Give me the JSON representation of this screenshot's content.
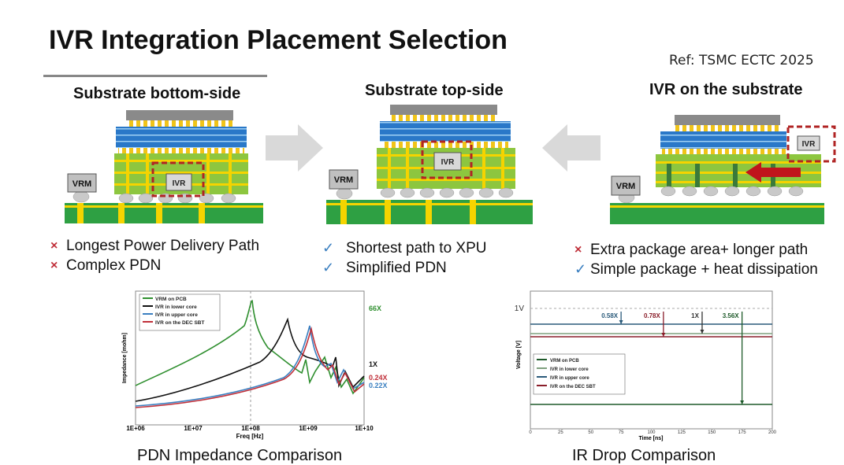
{
  "slide": {
    "title": "IVR Integration Placement Selection",
    "ref": "Ref: TSMC ECTC 2025"
  },
  "columns": [
    {
      "heading": "Substrate bottom-side",
      "bullets": [
        {
          "mark": "×",
          "text": "Longest Power Delivery Path"
        },
        {
          "mark": "×",
          "text": "Complex PDN"
        }
      ]
    },
    {
      "heading": "Substrate top-side",
      "bullets": [
        {
          "mark": "✓",
          "text": "Shortest path to XPU"
        },
        {
          "mark": "✓",
          "text": "Simplified PDN"
        }
      ]
    },
    {
      "heading": "IVR on the substrate",
      "bullets": [
        {
          "mark": "×",
          "text": "Extra package area+ longer path"
        },
        {
          "mark": "✓",
          "text": "Simple package + heat dissipation"
        }
      ]
    }
  ],
  "diagram_labels": {
    "vrm": "VRM",
    "ivr": "IVR"
  },
  "colors": {
    "substrate_green": "#8dc63f",
    "pcb_green": "#2ea043",
    "hbm_blue": "#2a78c8",
    "die_gray": "#8a8a8a",
    "copper": "#f5d400",
    "dashed_red": "#b02424",
    "arrow_gray": "#d9d9d9",
    "arrow_red": "#c0141c"
  },
  "captions": {
    "left": "PDN Impedance Comparison",
    "right": "IR Drop Comparison"
  },
  "chart_data": [
    {
      "type": "line",
      "title": "PDN Impedance Comparison",
      "xlabel": "Freq [Hz]",
      "ylabel": "Impedance [mohm]",
      "x_scale": "log",
      "xlim": [
        1000000,
        10000000000
      ],
      "x_ticks": [
        "1E+06",
        "1E+07",
        "1E+08",
        "1E+09",
        "1E+10"
      ],
      "legend": [
        "VRM on PCB",
        "IVR in lower core",
        "IVR in upper core",
        "IVR on the DEC SBT"
      ],
      "series_colors": [
        "#2f8f2f",
        "#111111",
        "#3a7fc0",
        "#c0303a"
      ],
      "annotations": [
        {
          "text": "66X",
          "color": "#2f8f2f"
        },
        {
          "text": "1X",
          "color": "#111111"
        },
        {
          "text": "0.24X",
          "color": "#c0303a"
        },
        {
          "text": "0.22X",
          "color": "#3a7fc0"
        }
      ],
      "resonance_hz": 100000000
    },
    {
      "type": "line",
      "title": "IR Drop Comparison",
      "xlabel": "Time [ns]",
      "ylabel": "Voltage [V]",
      "xlim": [
        0,
        200
      ],
      "x_ticks": [
        0,
        25,
        50,
        75,
        100,
        125,
        150,
        175,
        200
      ],
      "y_tick_label": "1V",
      "legend": [
        "VRM on PCB",
        "IVR in lower core",
        "IVR in upper core",
        "IVR on the DEC SBT"
      ],
      "series_colors": [
        "#1e5a2a",
        "#7fa07f",
        "#2a5a7a",
        "#8a1e2a"
      ],
      "annotations": [
        {
          "text": "0.58X",
          "color": "#2a5a7a",
          "time": 75
        },
        {
          "text": "0.78X",
          "color": "#8a1e2a",
          "time": 110
        },
        {
          "text": "1X",
          "color": "#333333",
          "time": 142
        },
        {
          "text": "3.56X",
          "color": "#1e5a2a",
          "time": 175
        }
      ]
    }
  ]
}
